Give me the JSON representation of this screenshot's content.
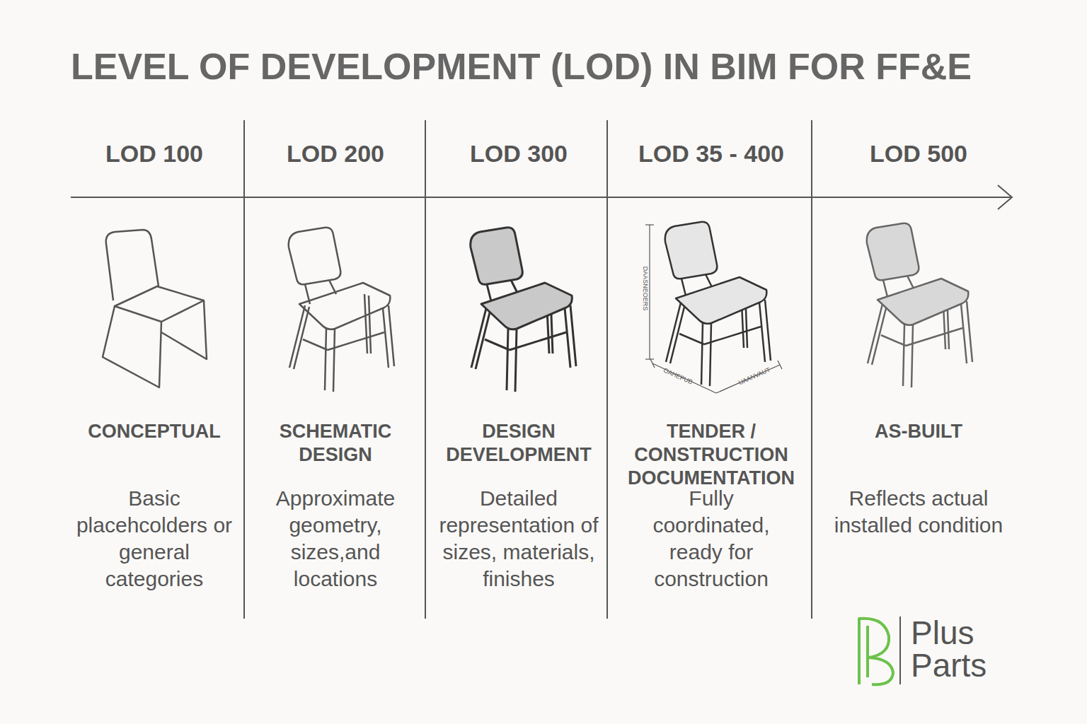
{
  "diagram": {
    "title": "LEVEL OF DEVELOPMENT (LOD) IN BIM FOR FF&E",
    "labels": [
      "LOD 100",
      "LOD 200",
      "LOD 300",
      "LOD 35 - 400",
      "LOD 500",
      "CONCEPTUAL",
      "SCHEMATIC DESIGN",
      "DESIGN DEVELOPMENT",
      "TENDER / CONSTRUCTION DOCUMENTATION",
      "AS-BUILT",
      "Basic placehcolders or general categories",
      "Approximate geometry, sizes,and locations",
      "Detailed representation of sizes, materials, finishes",
      "Fully coordinated, ready for construction",
      "Reflects actual installed condition",
      "DAASNEOERS",
      "OAHEPUB",
      "UAANVAUT",
      "Plus Parts"
    ]
  }
}
